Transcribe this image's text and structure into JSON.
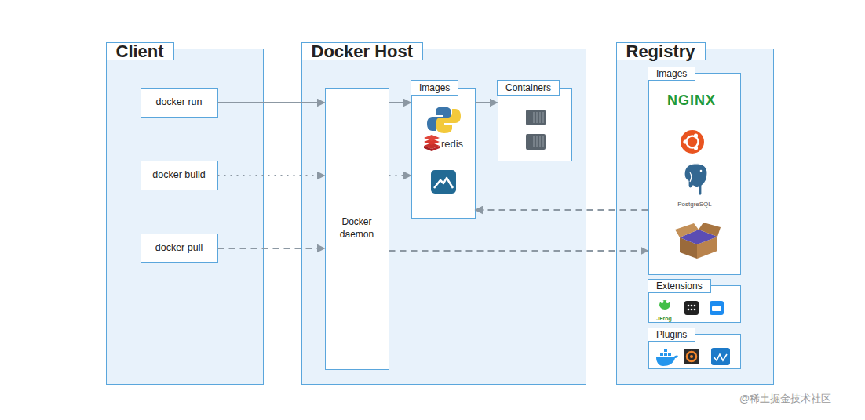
{
  "diagram": {
    "nodes": [
      {
        "text": [
          "Client"
        ]
      },
      {
        "text": [
          "docker run"
        ],
        "in": 0
      },
      {
        "text": [
          "docker build"
        ],
        "in": 0
      },
      {
        "text": [
          "docker pull"
        ],
        "in": 0
      },
      {
        "text": [
          "Docker Host"
        ]
      },
      {
        "text": [
          "Docker daemon"
        ],
        "in": 4
      },
      {
        "text": [
          "Images",
          "redis"
        ],
        "in": 4
      },
      {
        "text": [
          "Containers"
        ],
        "in": 4
      },
      {
        "text": [
          "Registry"
        ]
      },
      {
        "text": [
          "Images",
          "NGINX",
          "PostgreSQL"
        ],
        "in": 8
      },
      {
        "text": [
          "Extensions",
          "JFrog"
        ],
        "in": 8
      },
      {
        "text": [
          "Plugins"
        ],
        "in": 8
      }
    ],
    "edges": [
      {
        "from": 1,
        "to": 5,
        "arrow": "to"
      },
      {
        "from": 2,
        "to": 5,
        "arrow": "to"
      },
      {
        "from": 3,
        "to": 5,
        "arrow": "to"
      },
      {
        "from": 5,
        "to": 6,
        "arrow": "to"
      },
      {
        "from": 5,
        "to": 6,
        "arrow": "to"
      },
      {
        "from": 6,
        "to": 7,
        "arrow": "to"
      },
      {
        "from": 9,
        "to": 6,
        "arrow": "to"
      },
      {
        "from": 5,
        "to": 9,
        "arrow": "to"
      }
    ],
    "labels": [
      "@稀土掘金技术社区"
    ]
  }
}
